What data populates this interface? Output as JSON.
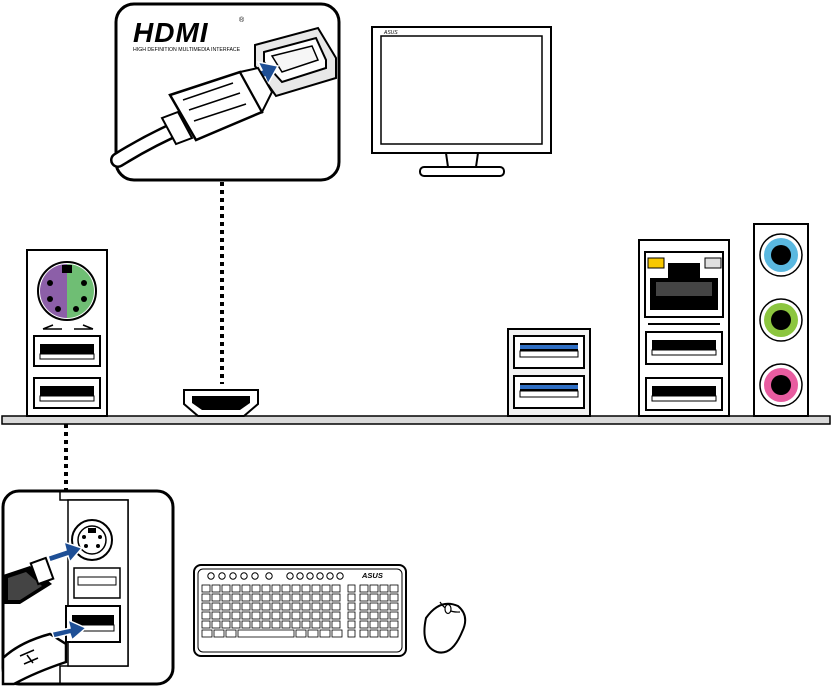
{
  "hdmi_callout": {
    "logo_text": "HDMI",
    "trademark": "®",
    "tagline": "HIGH DEFINITION MULTIMEDIA INTERFACE"
  },
  "monitor": {
    "brand": "ASUS"
  },
  "keyboard": {
    "brand": "ASUS"
  },
  "colors": {
    "ps2_keyboard": "#8c5fa8",
    "ps2_mouse": "#6fbe74",
    "usb3_blue": "#2f6fc4",
    "audio_line_in": "#5ab8e0",
    "audio_line_out": "#8cc63f",
    "audio_mic": "#e85ca0",
    "led_orange": "#f7c800",
    "arrow_blue": "#1e4f96"
  },
  "icons": {
    "hdmi_plug": "hdmi-plug-icon",
    "ps2_plug": "ps2-plug-icon",
    "usb_plug": "usb-plug-icon",
    "mouse": "mouse-icon",
    "keyboard": "keyboard-icon",
    "monitor": "monitor-icon"
  }
}
